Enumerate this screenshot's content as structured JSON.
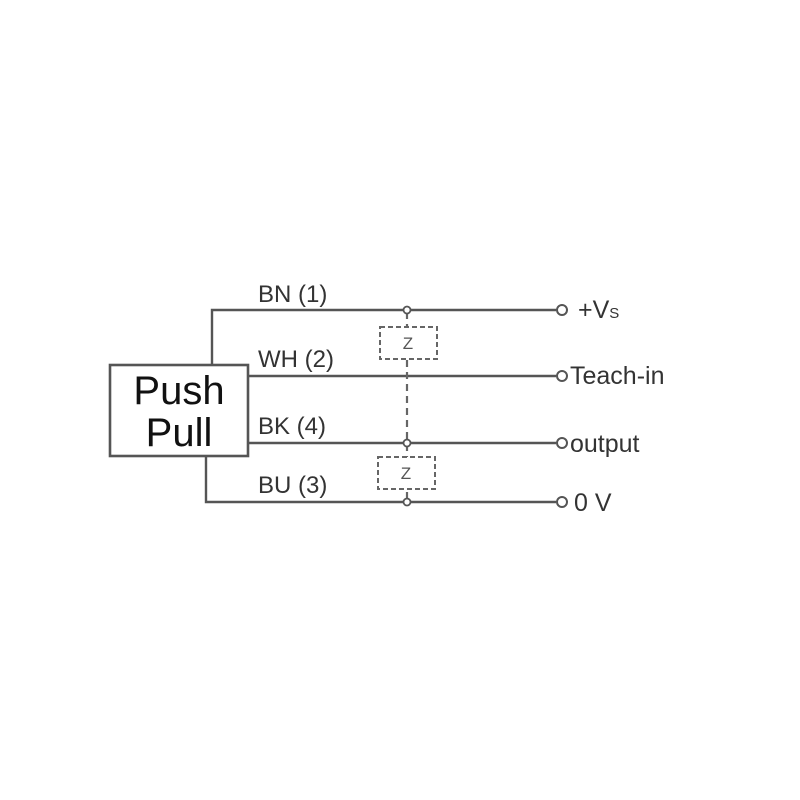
{
  "block": {
    "line1": "Push",
    "line2": "Pull"
  },
  "wires": [
    {
      "label": "BN (1)",
      "terminal": "+V",
      "terminal_sub": "S"
    },
    {
      "label": "WH (2)",
      "terminal": "Teach-in"
    },
    {
      "label": "BK (4)",
      "terminal": "output"
    },
    {
      "label": "BU (3)",
      "terminal": "0 V"
    }
  ],
  "impedance": {
    "upper": "Z",
    "lower": "Z"
  }
}
